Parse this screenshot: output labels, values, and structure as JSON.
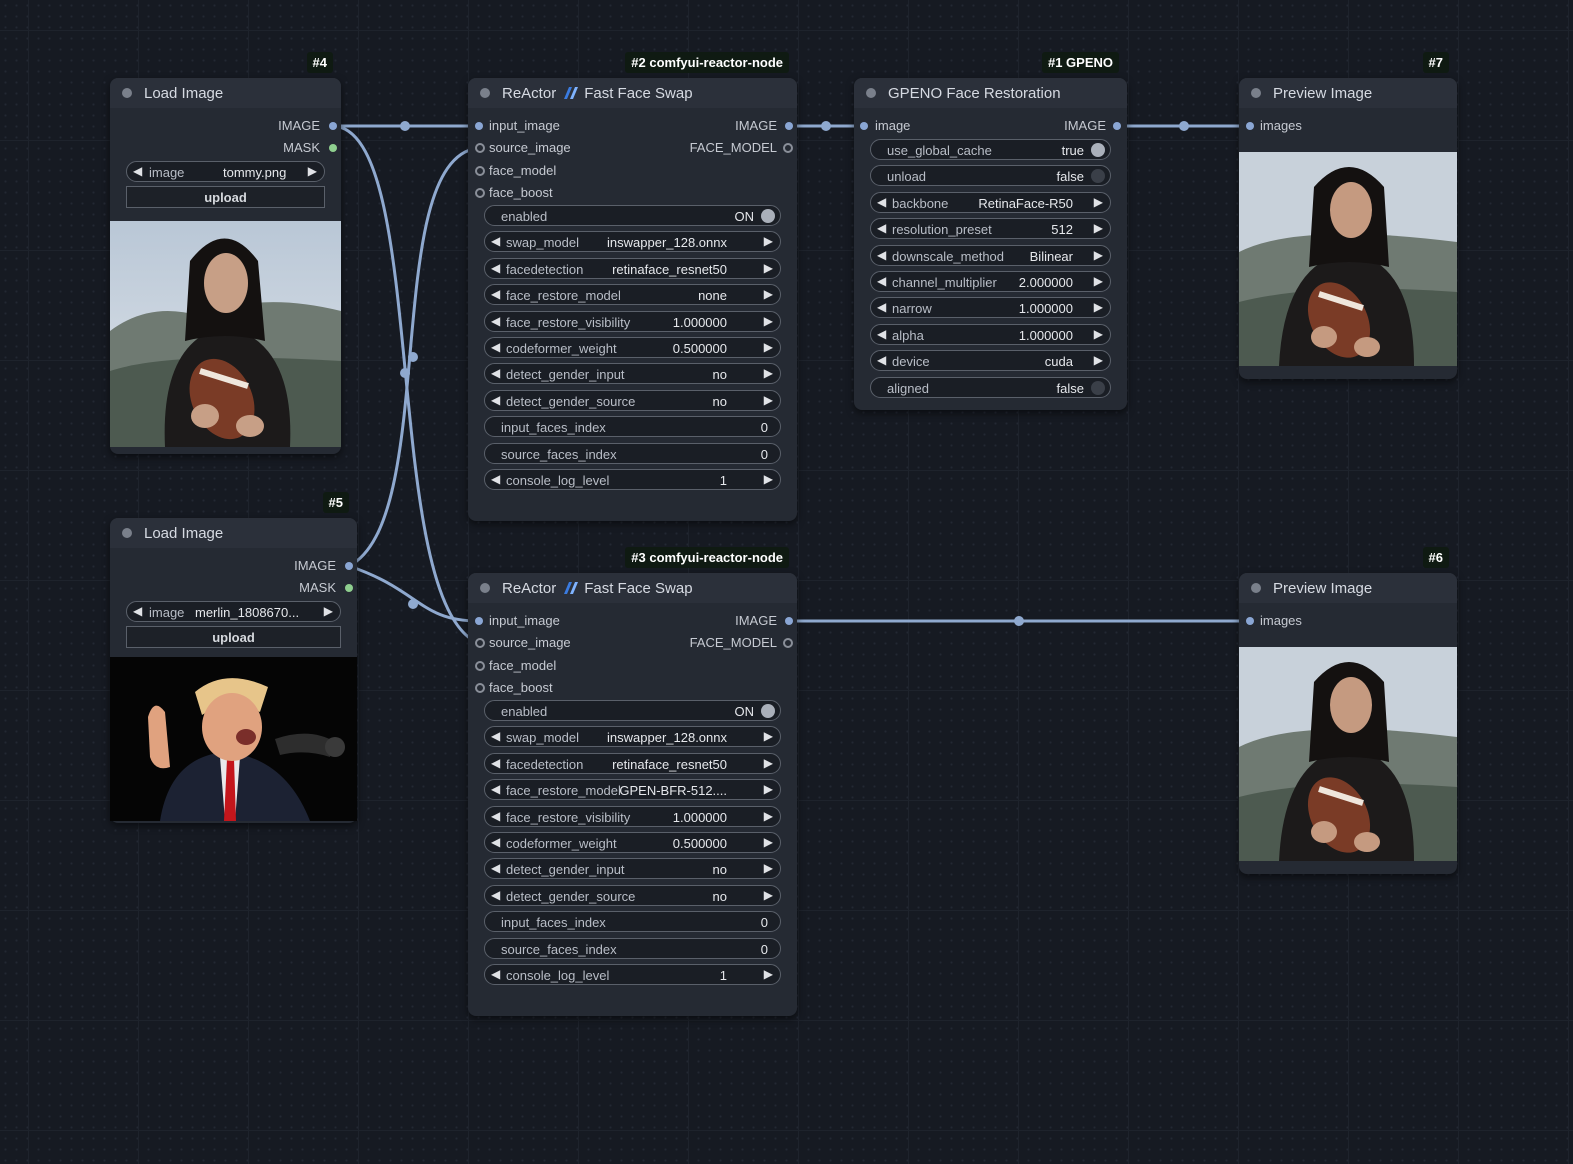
{
  "canvas": {
    "link_color": "#8fa9cf",
    "node_bg": "#252a33",
    "node_header_bg": "#2b303a"
  },
  "nodes": {
    "load4": {
      "id_label": "#4",
      "title": "Load Image",
      "outputs": [
        "IMAGE",
        "MASK"
      ],
      "image_widget": {
        "name": "image",
        "value": "tommy.png"
      },
      "upload_label": "upload",
      "preview_icon": "man-holding-football-photo"
    },
    "load5": {
      "id_label": "#5",
      "title": "Load Image",
      "outputs": [
        "IMAGE",
        "MASK"
      ],
      "image_widget": {
        "name": "image",
        "value": "merlin_1808670..."
      },
      "upload_label": "upload",
      "preview_icon": "man-speaking-at-podium-photo"
    },
    "reactor2": {
      "id_label": "#2 comfyui-reactor-node",
      "title_left": "ReActor",
      "title_right": "Fast Face Swap",
      "inputs": [
        "input_image",
        "source_image",
        "face_model",
        "face_boost"
      ],
      "outputs": [
        "IMAGE",
        "FACE_MODEL"
      ],
      "widgets": [
        {
          "name": "enabled",
          "value": "ON",
          "kind": "toggle"
        },
        {
          "name": "swap_model",
          "value": "inswapper_128.onnx",
          "kind": "combo"
        },
        {
          "name": "facedetection",
          "value": "retinaface_resnet50",
          "kind": "combo"
        },
        {
          "name": "face_restore_model",
          "value": "none",
          "kind": "combo"
        },
        {
          "name": "face_restore_visibility",
          "value": "1.000000",
          "kind": "number"
        },
        {
          "name": "codeformer_weight",
          "value": "0.500000",
          "kind": "number"
        },
        {
          "name": "detect_gender_input",
          "value": "no",
          "kind": "combo"
        },
        {
          "name": "detect_gender_source",
          "value": "no",
          "kind": "combo"
        },
        {
          "name": "input_faces_index",
          "value": "0",
          "kind": "text"
        },
        {
          "name": "source_faces_index",
          "value": "0",
          "kind": "text"
        },
        {
          "name": "console_log_level",
          "value": "1",
          "kind": "combo"
        }
      ]
    },
    "reactor3": {
      "id_label": "#3 comfyui-reactor-node",
      "title_left": "ReActor",
      "title_right": "Fast Face Swap",
      "inputs": [
        "input_image",
        "source_image",
        "face_model",
        "face_boost"
      ],
      "outputs": [
        "IMAGE",
        "FACE_MODEL"
      ],
      "widgets": [
        {
          "name": "enabled",
          "value": "ON",
          "kind": "toggle"
        },
        {
          "name": "swap_model",
          "value": "inswapper_128.onnx",
          "kind": "combo"
        },
        {
          "name": "facedetection",
          "value": "retinaface_resnet50",
          "kind": "combo"
        },
        {
          "name": "face_restore_model",
          "value": "GPEN-BFR-512....",
          "kind": "combo"
        },
        {
          "name": "face_restore_visibility",
          "value": "1.000000",
          "kind": "number"
        },
        {
          "name": "codeformer_weight",
          "value": "0.500000",
          "kind": "number"
        },
        {
          "name": "detect_gender_input",
          "value": "no",
          "kind": "combo"
        },
        {
          "name": "detect_gender_source",
          "value": "no",
          "kind": "combo"
        },
        {
          "name": "input_faces_index",
          "value": "0",
          "kind": "text"
        },
        {
          "name": "source_faces_index",
          "value": "0",
          "kind": "text"
        },
        {
          "name": "console_log_level",
          "value": "1",
          "kind": "combo"
        }
      ]
    },
    "gpeno1": {
      "id_label": "#1 GPENO",
      "title": "GPENO Face Restoration",
      "inputs": [
        "image"
      ],
      "outputs": [
        "IMAGE"
      ],
      "widgets": [
        {
          "name": "use_global_cache",
          "value": "true",
          "kind": "toggle"
        },
        {
          "name": "unload",
          "value": "false",
          "kind": "toggle-off"
        },
        {
          "name": "backbone",
          "value": "RetinaFace-R50",
          "kind": "combo"
        },
        {
          "name": "resolution_preset",
          "value": "512",
          "kind": "combo"
        },
        {
          "name": "downscale_method",
          "value": "Bilinear",
          "kind": "combo"
        },
        {
          "name": "channel_multiplier",
          "value": "2.000000",
          "kind": "number"
        },
        {
          "name": "narrow",
          "value": "1.000000",
          "kind": "number"
        },
        {
          "name": "alpha",
          "value": "1.000000",
          "kind": "number"
        },
        {
          "name": "device",
          "value": "cuda",
          "kind": "combo"
        },
        {
          "name": "aligned",
          "value": "false",
          "kind": "toggle-off"
        }
      ]
    },
    "preview7": {
      "id_label": "#7",
      "title": "Preview Image",
      "inputs": [
        "images"
      ],
      "preview_icon": "man-holding-football-photo"
    },
    "preview6": {
      "id_label": "#6",
      "title": "Preview Image",
      "inputs": [
        "images"
      ],
      "preview_icon": "man-holding-football-photo"
    }
  }
}
